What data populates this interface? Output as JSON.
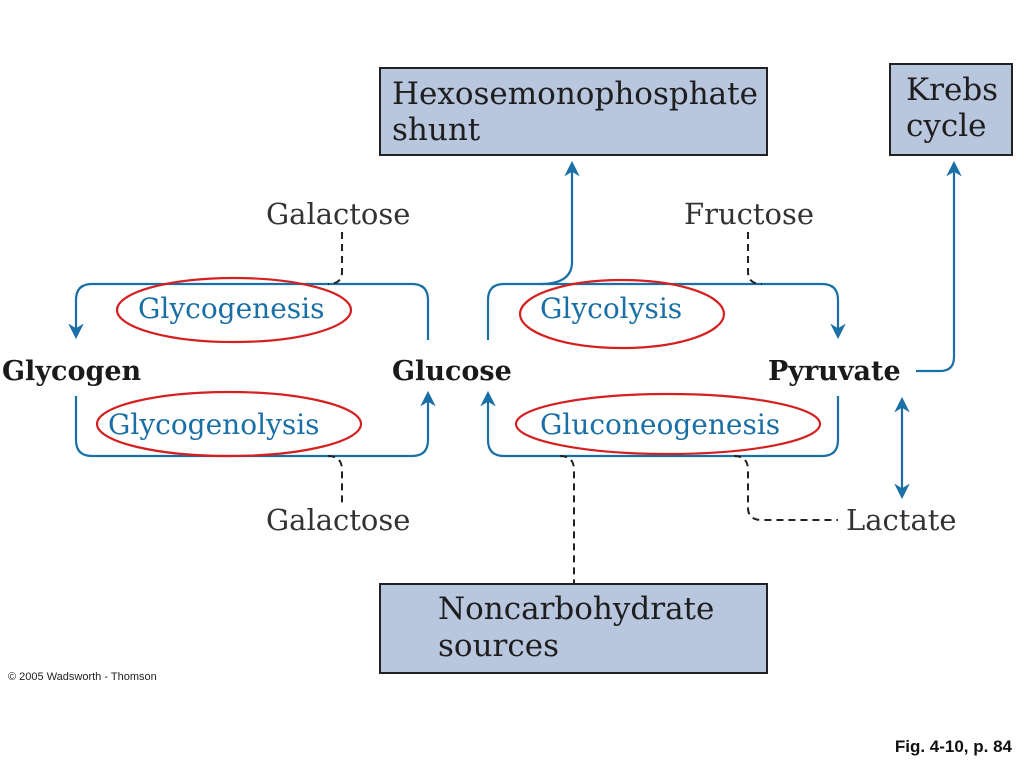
{
  "boxes": {
    "hexose_line1": "Hexosemonophosphate",
    "hexose_line2": "shunt",
    "krebs_line1": "Krebs",
    "krebs_line2": "cycle",
    "noncarb_line1": "Noncarbohydrate",
    "noncarb_line2": "sources"
  },
  "sugars": {
    "galactose_top": "Galactose",
    "galactose_bottom": "Galactose",
    "fructose": "Fructose",
    "lactate": "Lactate"
  },
  "metabolites": {
    "glycogen": "Glycogen",
    "glucose": "Glucose",
    "pyruvate": "Pyruvate"
  },
  "processes": {
    "glycogenesis": "Glycogenesis",
    "glycogenolysis": "Glycogenolysis",
    "glycolysis": "Glycolysis",
    "gluconeogenesis": "Gluconeogenesis"
  },
  "footer": {
    "copyright": "© 2005 Wadsworth - Thomson",
    "figure_ref": "Fig. 4-10, p. 84"
  },
  "colors": {
    "box_fill": "#b8c6de",
    "arrow": "#1a6fa6",
    "highlight_ellipse": "#d42020"
  }
}
